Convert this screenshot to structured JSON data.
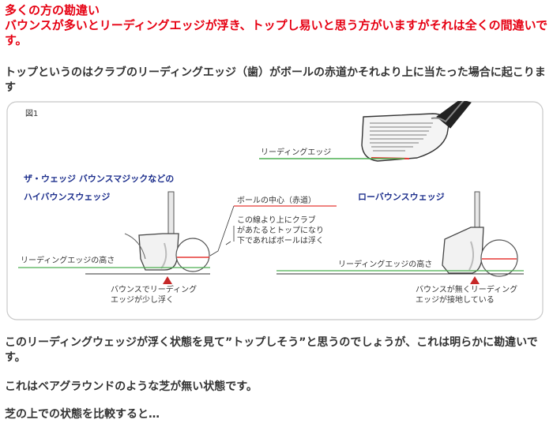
{
  "header": {
    "line1": "多くの方の勘違い",
    "line2": "バウンスが多いとリーディングエッジが浮き、トップし易いと思う方がいますがそれは全くの間違いです。"
  },
  "intro": "トップというのはクラブのリーディングエッジ（歯）がボールの赤道かそれより上に当たった場合に起こります",
  "figure": {
    "label": "図1",
    "top_leading_edge": "リーディングエッジ",
    "left_title_1": "ザ・ウェッジ バウンスマジックなどの",
    "left_title_2": "ハイバウンスウェッジ",
    "right_title": "ローバウンスウェッジ",
    "ball_center": "ボールの中心（赤道）",
    "note": "この線より上にクラブ\nがあたるとトップになり\n下であればボールは浮く",
    "left_edge_height": "リーディングエッジの高さ",
    "right_edge_height": "リーディングエッジの高さ",
    "left_caption": "バウンスでリーディング\nエッジが少し浮く",
    "right_caption": "バウンスが無くリーディング\nエッジが接地している",
    "colors": {
      "green_line": "#4caf50",
      "red_line": "#e53935",
      "marker": "#c62828",
      "title_blue": "#1c2e8c"
    }
  },
  "body": {
    "p2": "このリーディングウェッジが浮く状態を見て”トップしそう”と思うのでしょうが、これは明らかに勘違いです。",
    "p3": "これはベアグラウンドのような芝が無い状態です。",
    "p4": "芝の上での状態を比較すると…"
  }
}
